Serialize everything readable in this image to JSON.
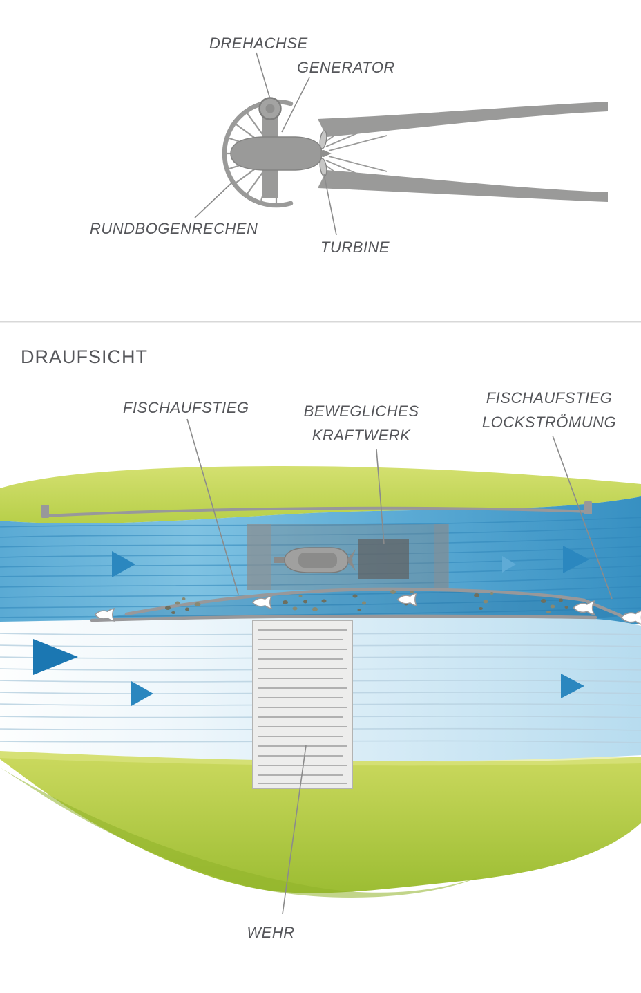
{
  "side_view": {
    "labels": {
      "drehachse": "DREHACHSE",
      "generator": "GENERATOR",
      "rundbogenrechen": "RUNDBOGENRECHEN",
      "turbine": "TURBINE"
    }
  },
  "top_view": {
    "title": "DRAUFSICHT",
    "labels": {
      "fischaufstieg": "FISCHAUFSTIEG",
      "kraftwerk_line1": "BEWEGLICHES",
      "kraftwerk_line2": "KRAFTWERK",
      "lockstroemung_line1": "FISCHAUFSTIEG",
      "lockstroemung_line2": "LOCKSTRÖMUNG",
      "wehr": "WEHR"
    }
  },
  "colors": {
    "label_text": "#55565a",
    "machine_gray": "#9a9a99",
    "divider_gray": "#d8d8d8",
    "bank_green_light": "#d4e070",
    "bank_green_dark": "#9cbd33",
    "water_upstream_dark": "#3790c2",
    "water_upstream_light": "#7fc2e2",
    "water_downstream": "#b7dcef",
    "arrow_blue": "#2b87bf",
    "rock_gray": "#6e6f5e",
    "fish_white": "#ffffff"
  }
}
